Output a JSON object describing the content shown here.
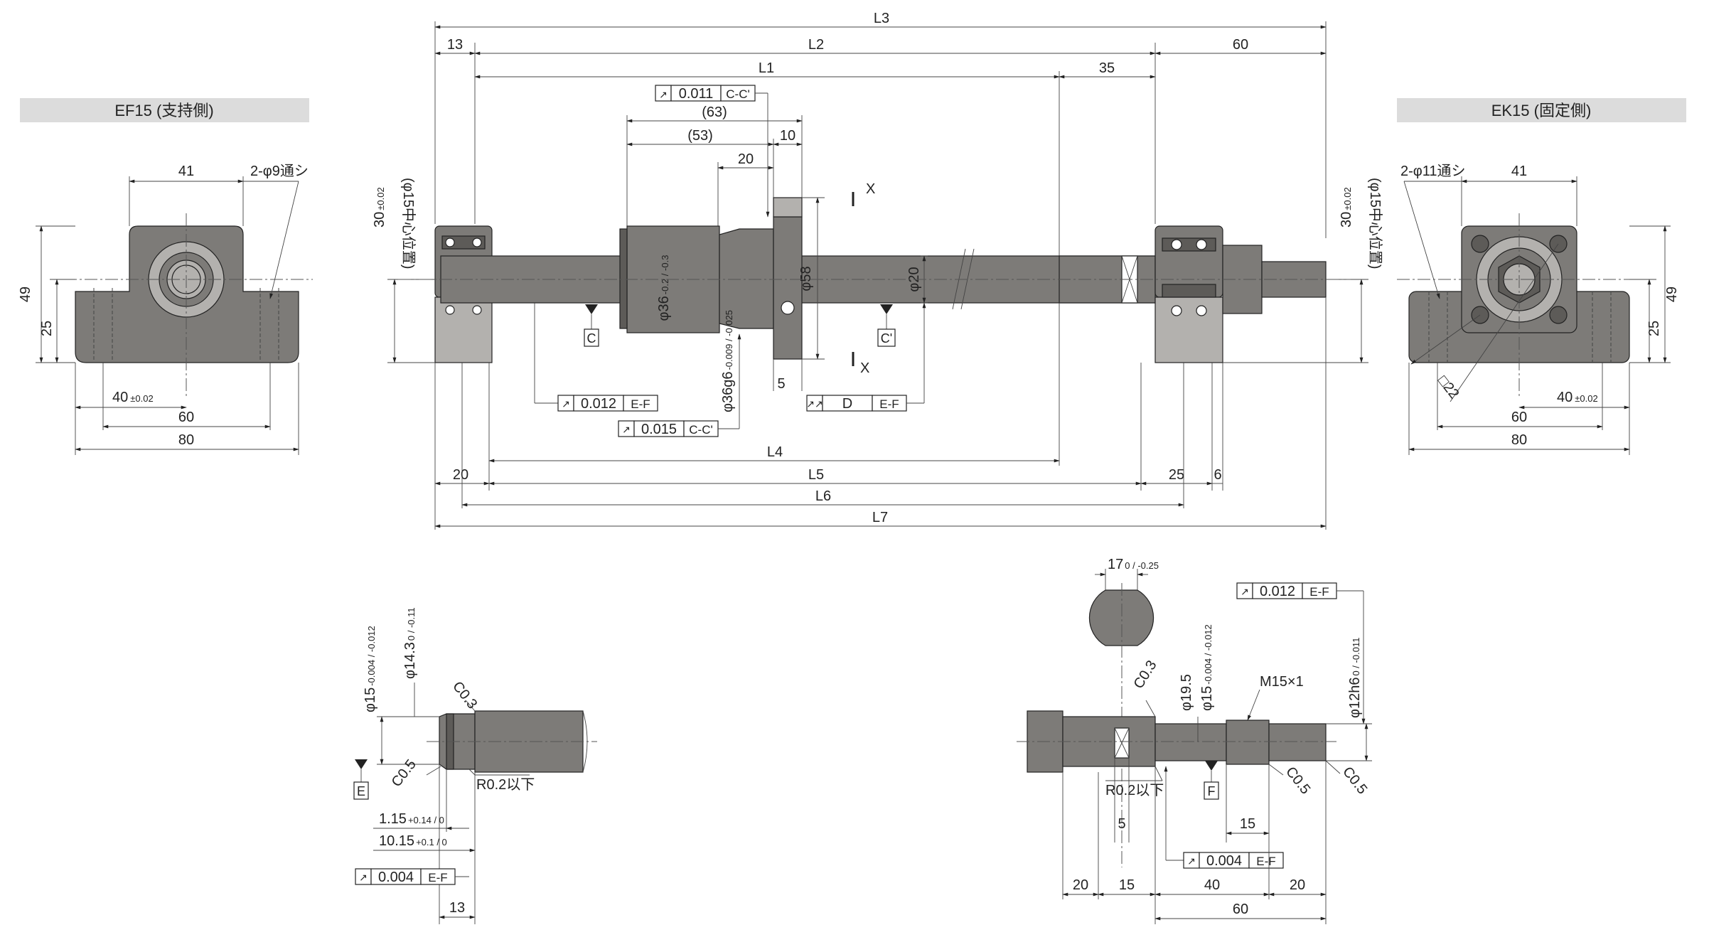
{
  "views": {
    "support_side": {
      "title": "EF15 (支持側)"
    },
    "fixed_side": {
      "title": "EK15 (固定側)"
    }
  },
  "ef15": {
    "width_41": "41",
    "hole": "2-φ9通シ",
    "height_49": "49",
    "height_25": "25",
    "d40": "40",
    "tol40": "±0.02",
    "d60": "60",
    "d80": "80"
  },
  "ek15": {
    "hole": "2-φ11通シ",
    "width_41": "41",
    "height_49": "49",
    "height_25": "25",
    "square": "□22",
    "d40": "40",
    "tol40": "±0.02",
    "d60": "60",
    "d80": "80"
  },
  "main": {
    "L3": "L3",
    "L2": "L2",
    "L1": "L1",
    "d13": "13",
    "d60": "60",
    "d35": "35",
    "d63": "(63)",
    "d53": "(53)",
    "d10": "10",
    "d20": "20",
    "d5": "5",
    "L4": "L4",
    "L5": "L5",
    "L6": "L6",
    "L7": "L7",
    "b20": "20",
    "b25": "25",
    "b6": "6",
    "phi36": "φ36",
    "phi36_tol": "-0.2 / -0.3",
    "phi36g6": "φ36g6",
    "phi36g6_tol": "-0.009 / -0.025",
    "phi58": "φ58",
    "phi20": "φ20",
    "center30": "30",
    "center30_tol": "±0.02",
    "center_note": "(φ15中心位置)",
    "section_X": "X",
    "datum_C": "C",
    "datum_C2": "C'",
    "tol_frame_top": {
      "value": "0.011",
      "ref": "C-C'"
    },
    "tol_frame_1": {
      "value": "0.012",
      "ref": "E-F"
    },
    "tol_frame_2": {
      "value": "0.015",
      "ref": "C-C'"
    },
    "tol_frame_3": {
      "value": "D",
      "ref": "E-F"
    }
  },
  "left_end": {
    "phi15": "φ15",
    "phi15_tol": "-0.004 / -0.012",
    "phi14_3": "φ14.3",
    "phi14_3_tol": "0 / -0.11",
    "c03": "C0.3",
    "c05": "C0.5",
    "r02": "R0.2以下",
    "datum_E": "E",
    "d1_15": "1.15",
    "d1_15_tol": "+0.14 / 0",
    "d10_15": "10.15",
    "d10_15_tol": "+0.1 / 0",
    "tol_frame": {
      "value": "0.004",
      "ref": "E-F"
    },
    "d13": "13"
  },
  "right_end": {
    "d17": "17",
    "d17_tol": "0 / -0.25",
    "tol_frame_top": {
      "value": "0.012",
      "ref": "E-F"
    },
    "c03": "C0.3",
    "phi19_5": "φ19.5",
    "phi15": "φ15",
    "phi15_tol": "-0.004 / -0.012",
    "m15": "M15×1",
    "phi12h6": "φ12h6",
    "phi12h6_tol": "0 / -0.011",
    "r02": "R0.2以下",
    "datum_F": "F",
    "c05a": "C0.5",
    "c05b": "C0.5",
    "d5": "5",
    "d15": "15",
    "tol_frame": {
      "value": "0.004",
      "ref": "E-F"
    },
    "b20a": "20",
    "b15": "15",
    "b40": "40",
    "b20b": "20",
    "b60": "60"
  }
}
